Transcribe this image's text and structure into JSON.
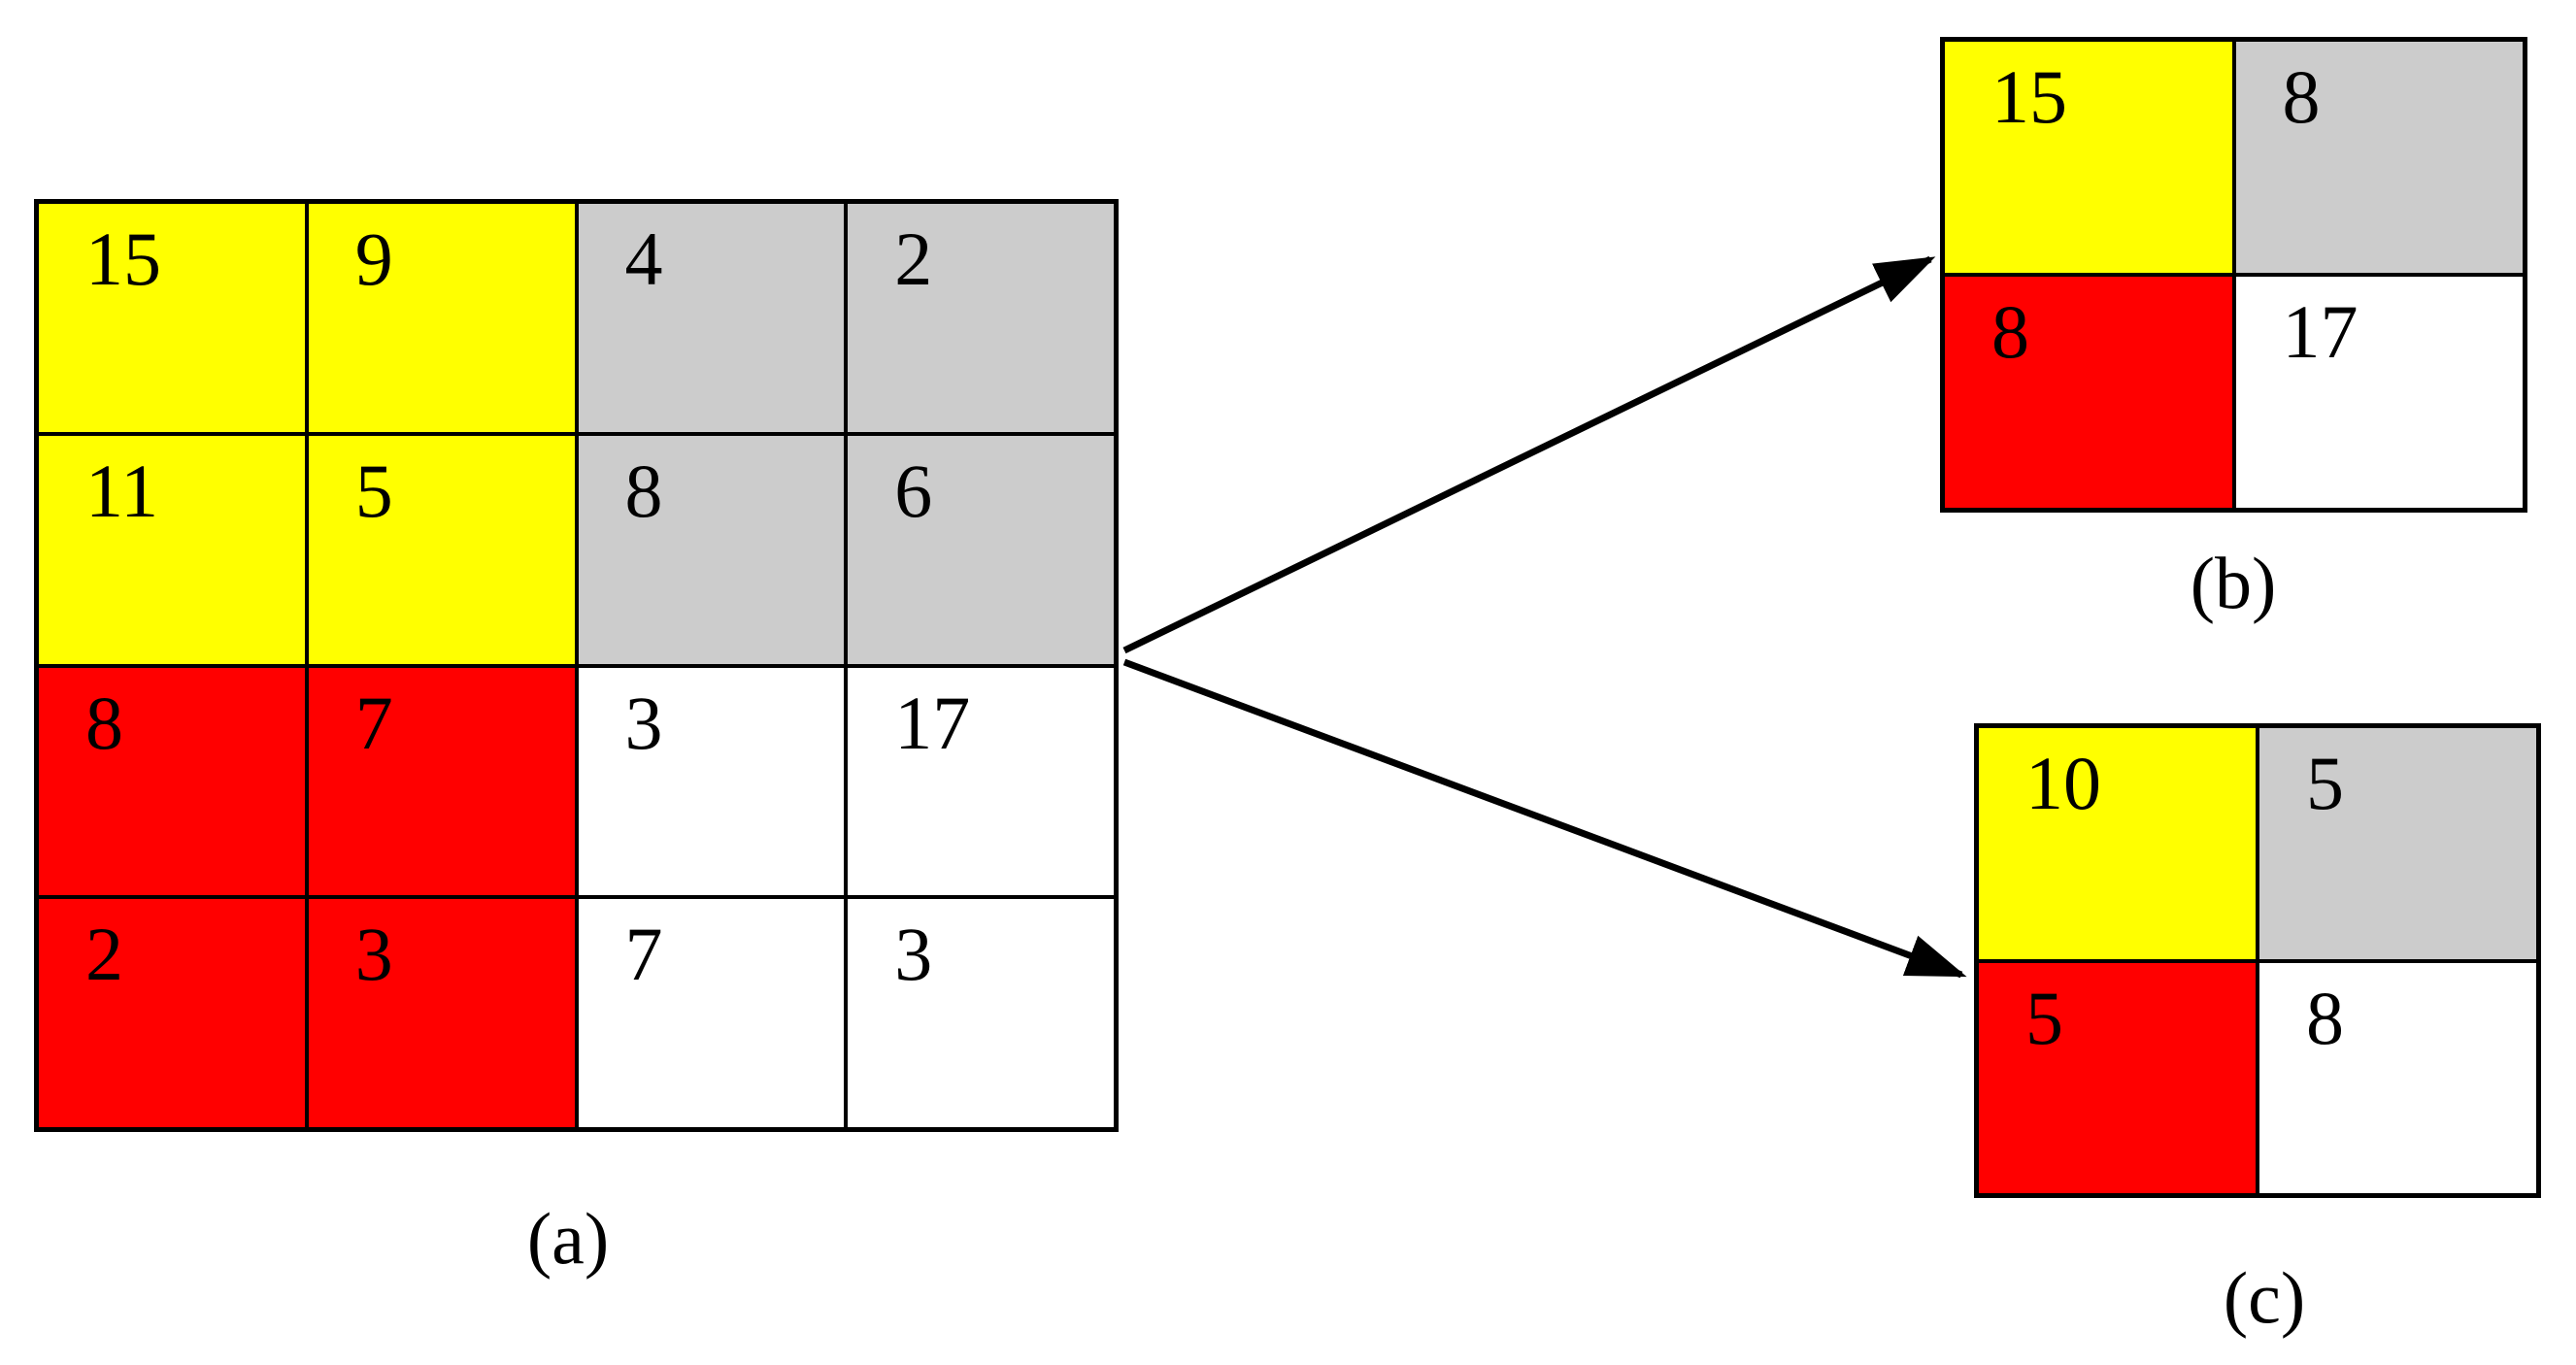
{
  "colors": {
    "yellow": "#ffff00",
    "gray": "#cccccc",
    "red": "#ff0000",
    "white": "#ffffff",
    "border": "#000000",
    "arrow": "#000000",
    "background": "#ffffff"
  },
  "grids": {
    "a": {
      "label": "(a)",
      "rows": 4,
      "cols": 4,
      "cells": [
        {
          "value": "15",
          "color": "yellow"
        },
        {
          "value": "9",
          "color": "yellow"
        },
        {
          "value": "4",
          "color": "gray"
        },
        {
          "value": "2",
          "color": "gray"
        },
        {
          "value": "11",
          "color": "yellow"
        },
        {
          "value": "5",
          "color": "yellow"
        },
        {
          "value": "8",
          "color": "gray"
        },
        {
          "value": "6",
          "color": "gray"
        },
        {
          "value": "8",
          "color": "red"
        },
        {
          "value": "7",
          "color": "red"
        },
        {
          "value": "3",
          "color": "white"
        },
        {
          "value": "17",
          "color": "white"
        },
        {
          "value": "2",
          "color": "red"
        },
        {
          "value": "3",
          "color": "red"
        },
        {
          "value": "7",
          "color": "white"
        },
        {
          "value": "3",
          "color": "white"
        }
      ]
    },
    "b": {
      "label": "(b)",
      "rows": 2,
      "cols": 2,
      "cells": [
        {
          "value": "15",
          "color": "yellow"
        },
        {
          "value": "8",
          "color": "gray"
        },
        {
          "value": "8",
          "color": "red"
        },
        {
          "value": "17",
          "color": "white"
        }
      ]
    },
    "c": {
      "label": "(c)",
      "rows": 2,
      "cols": 2,
      "cells": [
        {
          "value": "10",
          "color": "yellow"
        },
        {
          "value": "5",
          "color": "gray"
        },
        {
          "value": "5",
          "color": "red"
        },
        {
          "value": "8",
          "color": "white"
        }
      ]
    }
  }
}
